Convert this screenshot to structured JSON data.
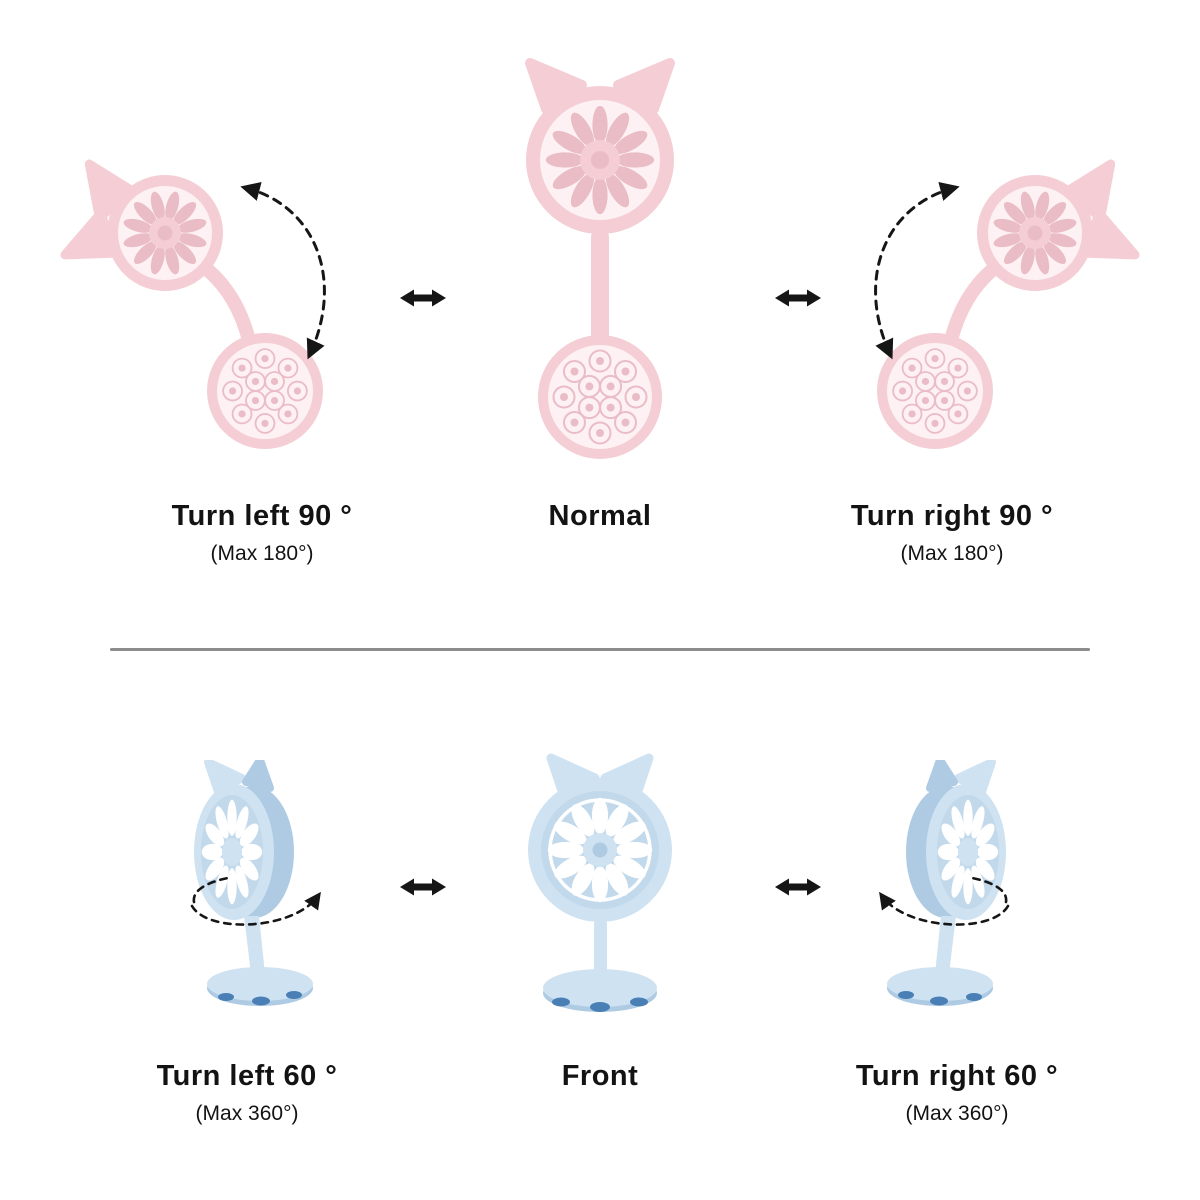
{
  "captions": {
    "top": [
      {
        "title": "Turn left 90 °",
        "subtitle": "(Max 180°)"
      },
      {
        "title": "Normal",
        "subtitle": ""
      },
      {
        "title": "Turn right 90 °",
        "subtitle": "(Max 180°)"
      }
    ],
    "bottom": [
      {
        "title": "Turn left 60 °",
        "subtitle": "(Max 360°)"
      },
      {
        "title": "Front",
        "subtitle": ""
      },
      {
        "title": "Turn right 60 °",
        "subtitle": "(Max 360°)"
      }
    ]
  },
  "colors": {
    "pink": "#f4ced4",
    "pink_light": "#fdf1f3",
    "pink_dark": "#eabcc6",
    "blue": "#cfe2f1",
    "blue_mid": "#c2d9ec",
    "blue_dark": "#aecbe3",
    "blue_navy": "#4a7fb5",
    "arrow": "#161616",
    "divider": "#8c8c8c",
    "text": "#131313"
  },
  "icons": {
    "swap_arrow": "double-headed-horizontal-arrow",
    "rotation_arrow": "dashed-curved-rotation-arrow"
  }
}
